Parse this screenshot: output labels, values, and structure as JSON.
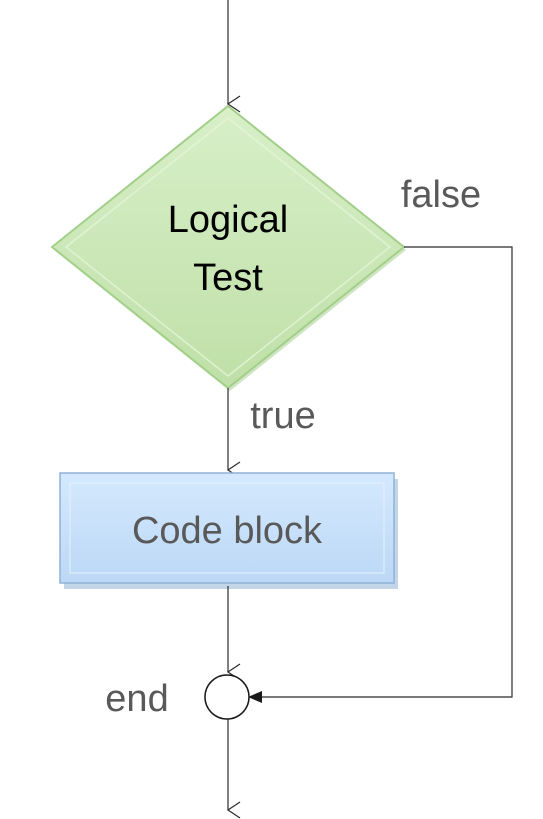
{
  "diagram": {
    "decision": {
      "line1": "Logical",
      "line2": "Test"
    },
    "false_label": "false",
    "true_label": "true",
    "process_label": "Code block",
    "end_label": "end"
  },
  "colors": {
    "decision_fill": "#c9e7b4",
    "decision_edge": "#9ccb83",
    "process_fill": "#c9e2fb",
    "process_edge": "#8fb2d6",
    "lines": "#2b2b2b",
    "label_text": "#595959",
    "decision_text": "#000000"
  }
}
